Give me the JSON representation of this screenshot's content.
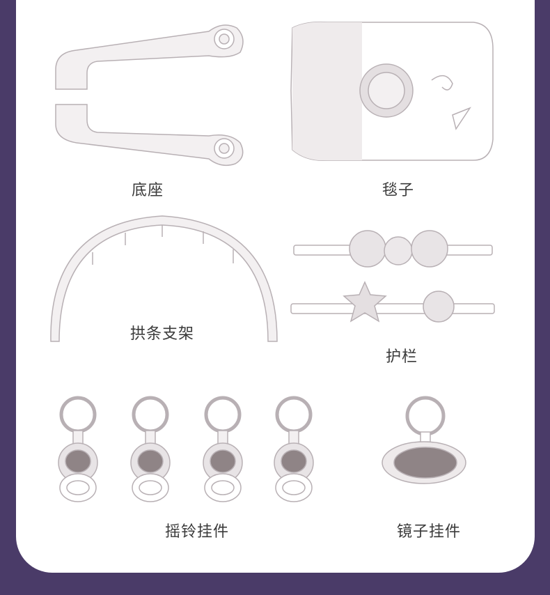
{
  "colors": {
    "background": "#4a3b68",
    "panel": "#ffffff",
    "line": "#b8b0b4",
    "fill": "#e8e4e6",
    "dark": "#8f8486"
  },
  "parts": [
    {
      "id": "base",
      "label": "底座"
    },
    {
      "id": "blanket",
      "label": "毯子"
    },
    {
      "id": "arch",
      "label": "拱条支架"
    },
    {
      "id": "rail",
      "label": "护栏"
    },
    {
      "id": "rattle",
      "label": "摇铃挂件"
    },
    {
      "id": "mirror",
      "label": "镜子挂件"
    }
  ]
}
